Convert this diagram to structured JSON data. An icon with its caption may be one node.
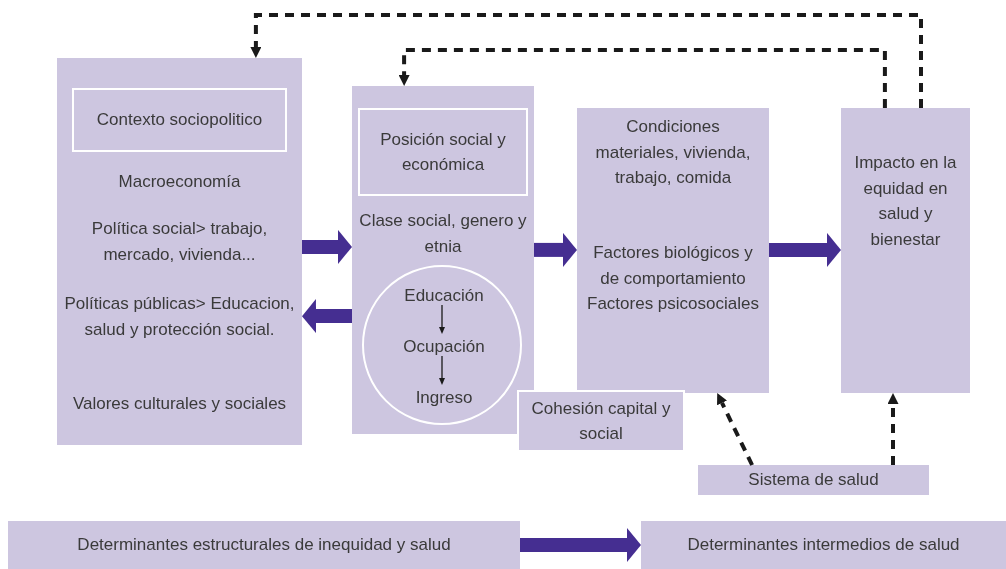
{
  "diagram": {
    "nodes": [
      {
        "text": [
          "Macroeconomía",
          "Política social> trabajo, mercado, vivienda...",
          "Políticas públicas> Educacion, salud y protección social.",
          "Valores culturales y sociales"
        ]
      },
      {
        "text": [
          "Contexto sociopolitico"
        ],
        "in": 0
      },
      {
        "text": [
          "Clase social, genero y etnia"
        ]
      },
      {
        "text": [
          "Posición social y económica"
        ],
        "in": 2
      },
      {
        "text": [],
        "shape": "circle",
        "in": 2
      },
      {
        "text": [
          "Educación"
        ],
        "in": 4
      },
      {
        "text": [
          "Ocupación"
        ],
        "in": 4
      },
      {
        "text": [
          "Ingreso"
        ],
        "in": 4
      },
      {
        "text": [
          "Condiciones materiales, vivienda, trabajo, comida",
          "Factores biológicos y de comportamiento Factores psicosociales"
        ]
      },
      {
        "text": [
          "Cohesión capital y social"
        ]
      },
      {
        "text": [
          "Impacto en la equidad en salud y bienestar"
        ]
      },
      {
        "text": [
          "Sistema de salud"
        ]
      },
      {
        "text": [
          "Determinantes estructurales de inequidad y salud"
        ]
      },
      {
        "text": [
          "Determinantes intermedios de salud"
        ]
      }
    ],
    "edges": [
      {
        "from": 0,
        "to": 2,
        "arrow": "to",
        "style": "thick",
        "color": "#452e91"
      },
      {
        "from": 2,
        "to": 0,
        "arrow": "to",
        "style": "thick",
        "color": "#452e91"
      },
      {
        "from": 2,
        "to": 8,
        "arrow": "to",
        "style": "thick",
        "color": "#452e91"
      },
      {
        "from": 8,
        "to": 10,
        "arrow": "to",
        "style": "thick",
        "color": "#452e91"
      },
      {
        "from": 12,
        "to": 13,
        "arrow": "to",
        "style": "thick",
        "color": "#452e91"
      },
      {
        "from": 10,
        "to": 0,
        "arrow": "to",
        "style": "dashed"
      },
      {
        "from": 10,
        "to": 2,
        "arrow": "to",
        "style": "dashed"
      },
      {
        "from": 11,
        "to": 8,
        "arrow": "to",
        "style": "dashed"
      },
      {
        "from": 11,
        "to": 10,
        "arrow": "to",
        "style": "dashed"
      },
      {
        "from": 5,
        "to": 6,
        "arrow": "to"
      },
      {
        "from": 6,
        "to": 7,
        "arrow": "to"
      }
    ]
  }
}
